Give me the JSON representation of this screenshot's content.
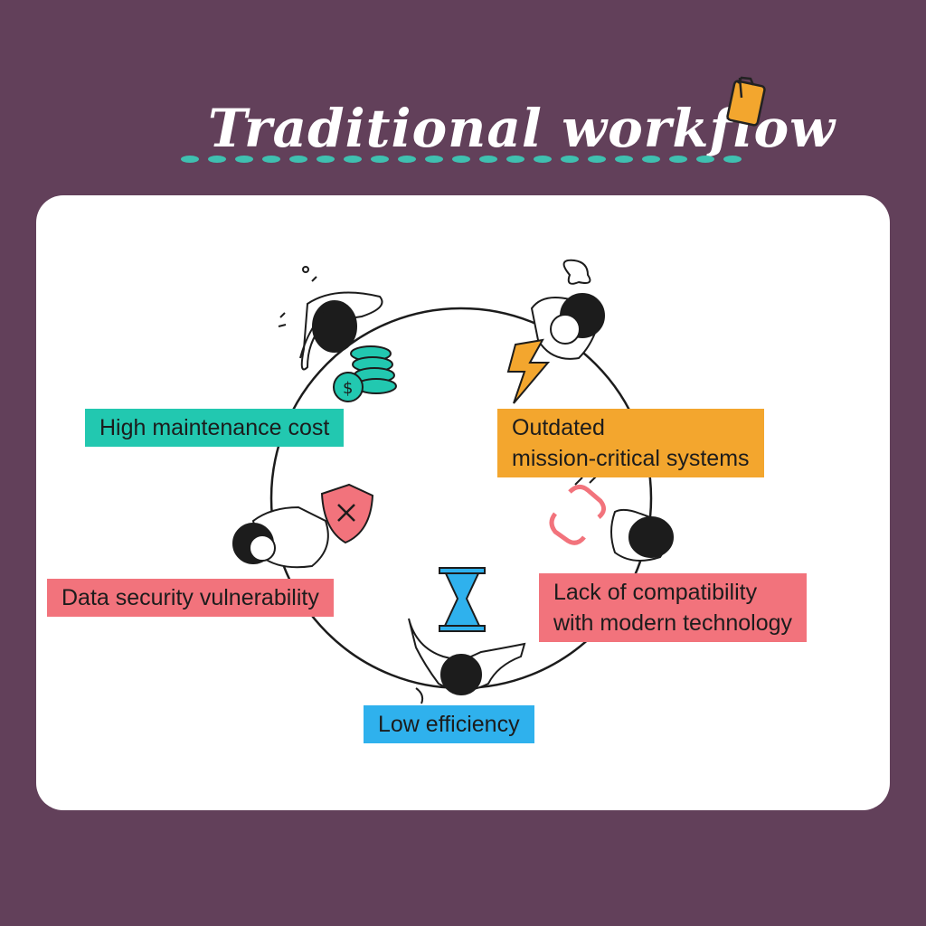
{
  "title": "Traditional workflow",
  "colors": {
    "background": "#62405a",
    "card": "#ffffff",
    "teal": "#22c8b0",
    "orange": "#f3a62e",
    "red": "#f2737c",
    "blue": "#2fb1ed"
  },
  "icons": [
    "clipboard-icon",
    "coins-icon",
    "lightning-icon",
    "broken-link-icon",
    "hourglass-icon",
    "shield-x-icon",
    "speech-bubble-icon"
  ],
  "items": [
    {
      "label_lines": [
        "High maintenance cost"
      ],
      "color": "#22c8b0",
      "icon": "coins-icon"
    },
    {
      "label_lines": [
        "Outdated",
        "mission-critical systems"
      ],
      "color": "#f3a62e",
      "icon": "lightning-icon"
    },
    {
      "label_lines": [
        "Lack of compatibility",
        "with modern technology"
      ],
      "color": "#f2737c",
      "icon": "broken-link-icon"
    },
    {
      "label_lines": [
        "Low efficiency"
      ],
      "color": "#2fb1ed",
      "icon": "hourglass-icon"
    },
    {
      "label_lines": [
        "Data security vulnerability"
      ],
      "color": "#f2737c",
      "icon": "shield-x-icon"
    }
  ]
}
